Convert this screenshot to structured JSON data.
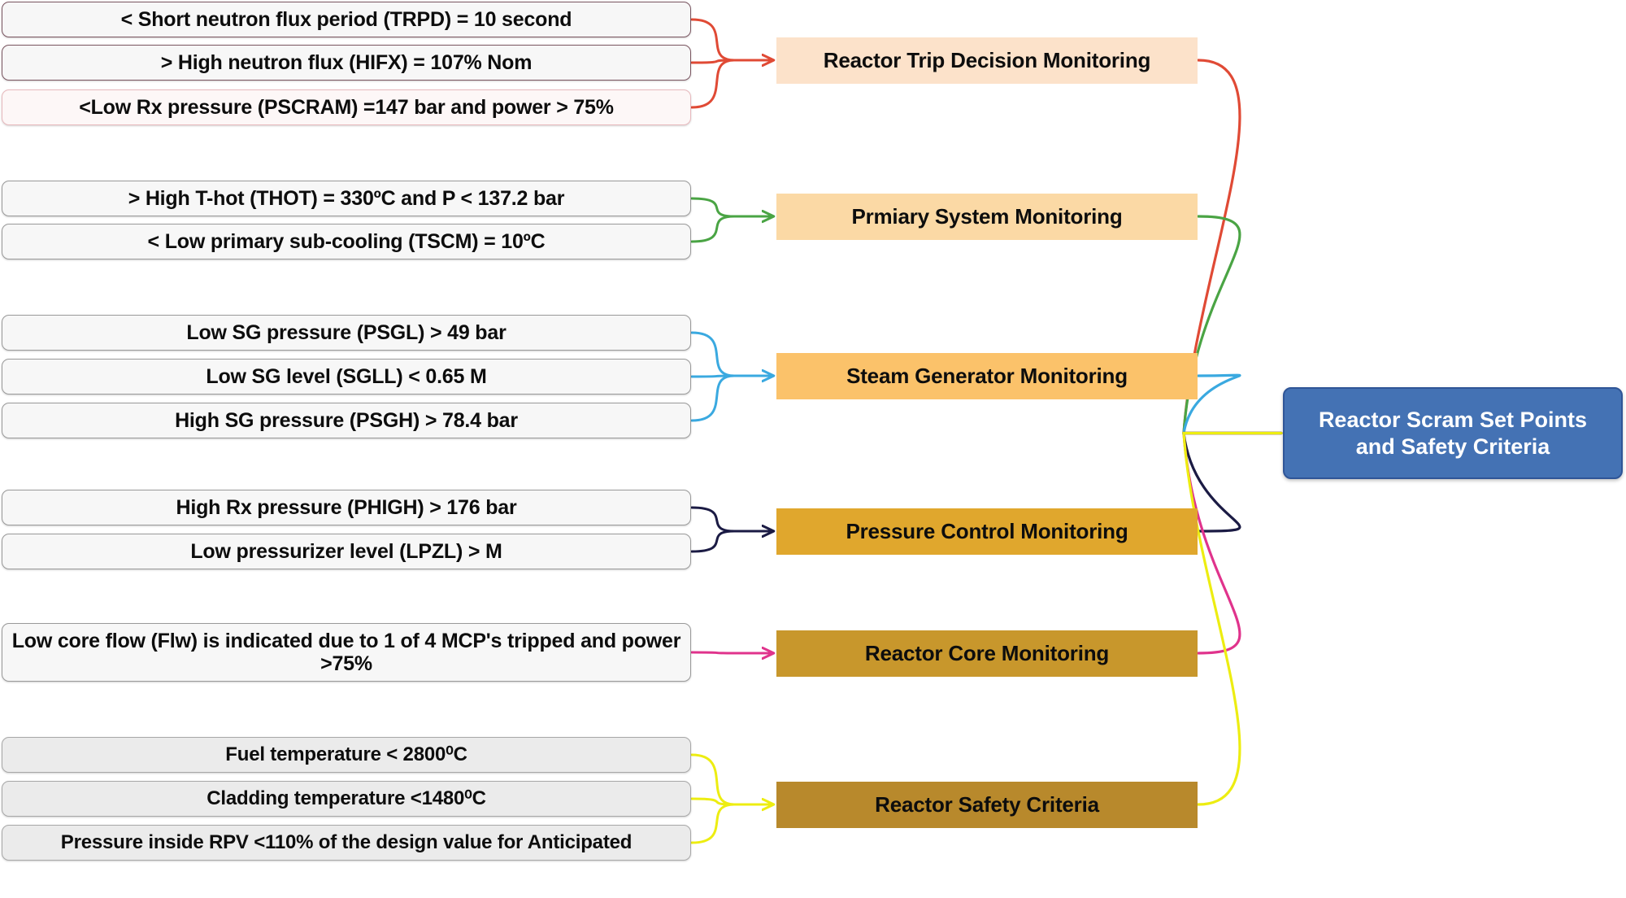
{
  "diagram": {
    "title": "Reactor Scram Set Points and Safety Criteria",
    "type": "mind-map",
    "root": {
      "label": "Reactor Scram Set Points\nand Safety Criteria",
      "line1": "Reactor Scram Set Points",
      "line2": "and Safety Criteria",
      "fill": "#4472b4",
      "border": "#2f5597",
      "text_color": "#ffffff"
    },
    "groups": [
      {
        "id": "reactor-trip-decision-monitoring",
        "category": "Reactor Trip Decision Monitoring",
        "category_fill": "#fce2ca",
        "connector_color": "#e04a35",
        "leaves": [
          {
            "text": "< Short neutron flux period (TRPD) = 10 second",
            "style": "plum"
          },
          {
            "text": "> High neutron flux (HIFX) = 107% Nom",
            "style": "plum"
          },
          {
            "text": "<Low Rx pressure (PSCRAM) =147 bar and power > 75%",
            "style": "pink"
          }
        ]
      },
      {
        "id": "primary-system-monitoring",
        "category": "Prmiary System Monitoring",
        "category_fill": "#fbd9a5",
        "connector_color": "#4aa444",
        "leaves": [
          {
            "text": "> High T-hot (THOT) = 330ºC and P < 137.2 bar",
            "style": "plain"
          },
          {
            "text": "< Low primary sub-cooling (TSCM) = 10ºC",
            "style": "plain"
          }
        ]
      },
      {
        "id": "steam-generator-monitoring",
        "category": "Steam Generator Monitoring",
        "category_fill": "#fbc26a",
        "connector_color": "#3aa9e0",
        "leaves": [
          {
            "text": "Low SG pressure (PSGL) > 49 bar",
            "style": "plain"
          },
          {
            "text": "Low SG level (SGLL) < 0.65 M",
            "style": "plain"
          },
          {
            "text": "High SG pressure (PSGH) > 78.4 bar",
            "style": "plain"
          }
        ]
      },
      {
        "id": "pressure-control-monitoring",
        "category": "Pressure Control Monitoring",
        "category_fill": "#e0a72d",
        "connector_color": "#1b1b44",
        "leaves": [
          {
            "text": "High Rx pressure (PHIGH) > 176 bar",
            "style": "plain"
          },
          {
            "text": "Low pressurizer level (LPZL) > M",
            "style": "plain"
          }
        ]
      },
      {
        "id": "reactor-core-monitoring",
        "category": "Reactor Core Monitoring",
        "category_fill": "#c8972c",
        "connector_color": "#e0338c",
        "leaves": [
          {
            "text": "Low core flow (Flw) is indicated due to 1 of 4 MCP's tripped and power >75%",
            "style": "plain"
          }
        ]
      },
      {
        "id": "reactor-safety-criteria",
        "category": "Reactor Safety Criteria",
        "category_fill": "#b8892c",
        "connector_color": "#eded11",
        "leaves": [
          {
            "text": "Fuel temperature < 2800⁰C",
            "style": "gray"
          },
          {
            "text": "Cladding temperature <1480⁰C",
            "style": "gray"
          },
          {
            "text": "Pressure inside RPV <110% of the design value for Anticipated",
            "style": "gray"
          }
        ]
      }
    ]
  }
}
